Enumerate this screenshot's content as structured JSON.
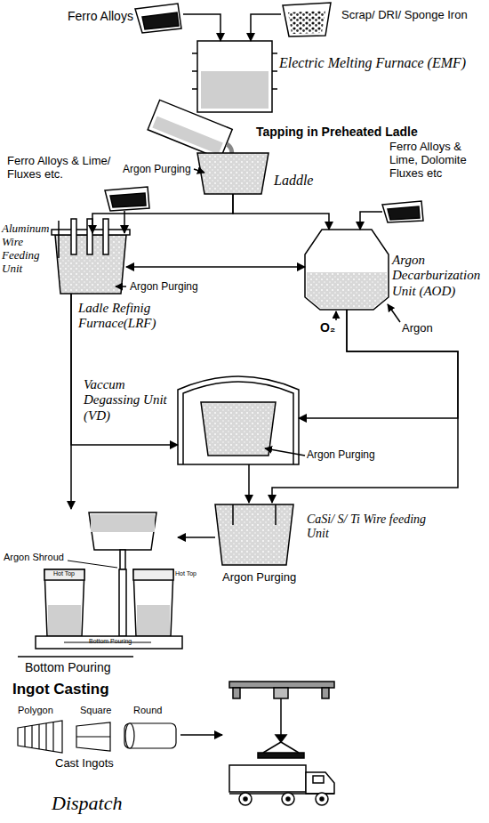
{
  "diagram": {
    "nodes": [
      {
        "text": [
          "Ferro Alloys"
        ]
      },
      {
        "text": [
          "Scrap/ DRI/ Sponge Iron"
        ]
      },
      {
        "text": [
          "Electric Melting Furnace (EMF)"
        ]
      },
      {
        "text": [
          "Laddle"
        ]
      },
      {
        "text": [
          "Ferro Alloys & Lime/ Fluxes etc."
        ]
      },
      {
        "text": [
          "Ferro Alloys & Lime, Dolomite Fluxes etc"
        ]
      },
      {
        "text": [
          "Ladle Refinig Furnace(LRF)"
        ]
      },
      {
        "text": [
          "Argon Decarburization Unit (AOD)"
        ]
      },
      {
        "text": [
          "Vaccum Degassing Unit (VD)"
        ]
      },
      {
        "text": [
          "CaSi/ S/ Ti Wire feeding Unit"
        ]
      },
      {
        "text": [
          "Bottom Pouring"
        ]
      },
      {
        "text": [
          "Cast Ingots"
        ]
      },
      {
        "text": [
          "Dispatch"
        ]
      }
    ],
    "edges": [
      {
        "from": 0,
        "to": 2,
        "arrow": "to"
      },
      {
        "from": 1,
        "to": 2,
        "arrow": "to"
      },
      {
        "from": 3,
        "to": 6,
        "arrow": "to"
      },
      {
        "from": 3,
        "to": 7,
        "arrow": "to"
      },
      {
        "from": 4,
        "to": 6,
        "arrow": "to"
      },
      {
        "from": 5,
        "to": 7,
        "arrow": "to"
      },
      {
        "from": 6,
        "to": 7,
        "arrow": "both"
      },
      {
        "from": 6,
        "to": 8,
        "arrow": "to"
      },
      {
        "from": 6,
        "to": 10,
        "arrow": "to"
      },
      {
        "from": 7,
        "to": 8,
        "arrow": "to"
      },
      {
        "from": 7,
        "to": 9,
        "arrow": "to"
      },
      {
        "from": 8,
        "to": 9,
        "arrow": "to"
      },
      {
        "from": 9,
        "to": 10,
        "arrow": "to"
      },
      {
        "from": 11,
        "to": 12,
        "arrow": "to"
      }
    ],
    "labels": [
      "Tapping in Preheated Ladle",
      "Argon Purging",
      "Aluminum Wire Feeding Unit",
      "Argon Purging",
      "O₂",
      "Argon",
      "Argon Purging",
      "Argon Purging",
      "Argon Shroud",
      "Hot Top",
      "Hot Top",
      "Bottom Pouring",
      "Ingot Casting",
      "Polygon",
      "Square",
      "Round"
    ]
  }
}
